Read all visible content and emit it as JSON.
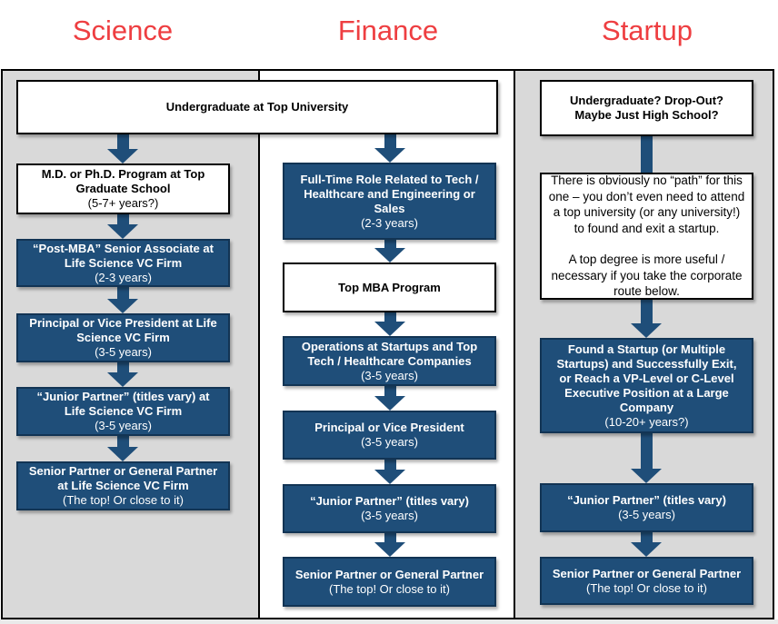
{
  "headers": {
    "science": "Science",
    "finance": "Finance",
    "startup": "Startup"
  },
  "colors": {
    "accent_red": "#EE3E41",
    "navy_box": "#1F4E79",
    "panel_gray": "#D9D9D9"
  },
  "start_box": {
    "title": "Undergraduate at Top University"
  },
  "science_path": {
    "grad_school": {
      "title": "M.D. or Ph.D. Program at Top\nGraduate School",
      "years": "(5-7+ years?)"
    },
    "senior_associate": {
      "title": "“Post-MBA” Senior Associate at\nLife Science VC Firm",
      "years": "(2-3 years)"
    },
    "principal": {
      "title": "Principal or Vice President at Life\nScience VC Firm",
      "years": "(3-5 years)"
    },
    "junior_partner": {
      "title": "“Junior Partner” (titles vary) at\nLife Science VC Firm",
      "years": "(3-5 years)"
    },
    "senior_partner": {
      "title": "Senior Partner or General Partner\nat Life Science VC Firm",
      "years": "(The top! Or close to it)"
    }
  },
  "finance_path": {
    "full_time": {
      "title": "Full-Time Role Related to Tech /\nHealthcare and Engineering or\nSales",
      "years": "(2-3 years)"
    },
    "mba": {
      "title": "Top MBA Program"
    },
    "operations": {
      "title": "Operations at Startups and Top\nTech / Healthcare Companies",
      "years": "(3-5 years)"
    },
    "principal": {
      "title": "Principal or Vice President",
      "years": "(3-5 years)"
    },
    "junior_partner": {
      "title": "“Junior Partner” (titles vary)",
      "years": "(3-5 years)"
    },
    "senior_partner": {
      "title": "Senior Partner or General Partner",
      "years": "(The top! Or close to it)"
    }
  },
  "startup_path": {
    "education": {
      "title": "Undergraduate? Drop-Out?\nMaybe Just High School?"
    },
    "note": {
      "paragraph1": "There is obviously no “path” for this\none – you don’t even need to attend\na top university (or any university!)\nto found and exit a startup.",
      "paragraph2": "A top degree is more useful /\nnecessary if you take the corporate\nroute below."
    },
    "found_startup": {
      "title": "Found a Startup (or Multiple\nStartups) and Successfully Exit,\nor Reach a VP-Level or C-Level\nExecutive Position at a Large\nCompany",
      "years": "(10-20+ years?)"
    },
    "junior_partner": {
      "title": "“Junior Partner” (titles vary)",
      "years": "(3-5 years)"
    },
    "senior_partner": {
      "title": "Senior Partner or General Partner",
      "years": "(The top! Or close to it)"
    }
  }
}
